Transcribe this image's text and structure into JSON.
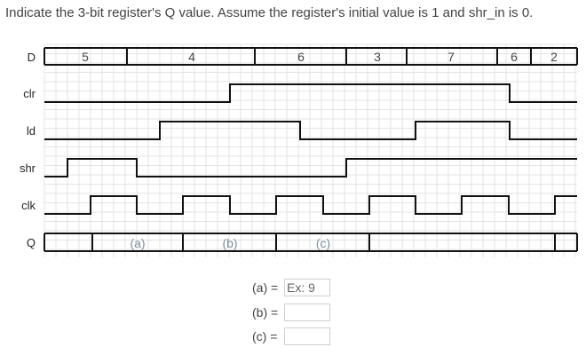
{
  "question": "Indicate the 3-bit register's Q value. Assume the register's initial value is 1 and shr_in is 0.",
  "signals": {
    "d_label": "D",
    "clr_label": "clr",
    "ld_label": "ld",
    "shr_label": "shr",
    "clk_label": "clk",
    "q_label": "Q"
  },
  "d_values": [
    "5",
    "4",
    "6",
    "3",
    "7",
    "6",
    "2"
  ],
  "q_marks": [
    "(a)",
    "(b)",
    "(c)"
  ],
  "answers": [
    {
      "label": "(a) =",
      "value": "",
      "placeholder": "Ex: 9"
    },
    {
      "label": "(b) =",
      "value": "",
      "placeholder": ""
    },
    {
      "label": "(c) =",
      "value": "",
      "placeholder": ""
    }
  ]
}
